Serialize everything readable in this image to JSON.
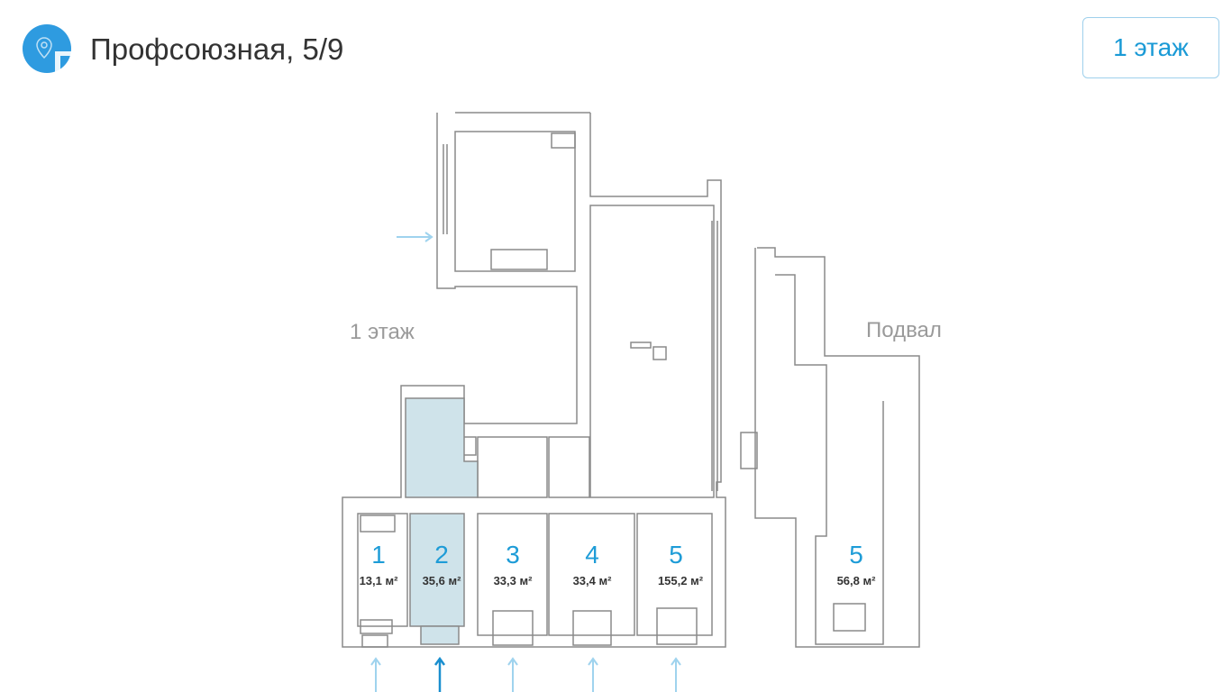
{
  "header": {
    "title": "Профсоюзная, 5/9",
    "floor_button": "1 этаж",
    "icon": "map-pin-icon"
  },
  "plan": {
    "floor_label": "1 этаж",
    "basement_label": "Подвал",
    "units": [
      {
        "number": "1",
        "area": "13,1 м²",
        "selected": false
      },
      {
        "number": "2",
        "area": "35,6 м²",
        "selected": true
      },
      {
        "number": "3",
        "area": "33,3 м²",
        "selected": false
      },
      {
        "number": "4",
        "area": "33,4 м²",
        "selected": false
      },
      {
        "number": "5",
        "area": "155,2 м²",
        "selected": false
      }
    ],
    "basement_unit": {
      "number": "5",
      "area": "56,8 м²"
    }
  },
  "colors": {
    "accent": "#1e9cd7",
    "selected_fill": "#cfe3ea",
    "walls": "#8a8a8a"
  }
}
